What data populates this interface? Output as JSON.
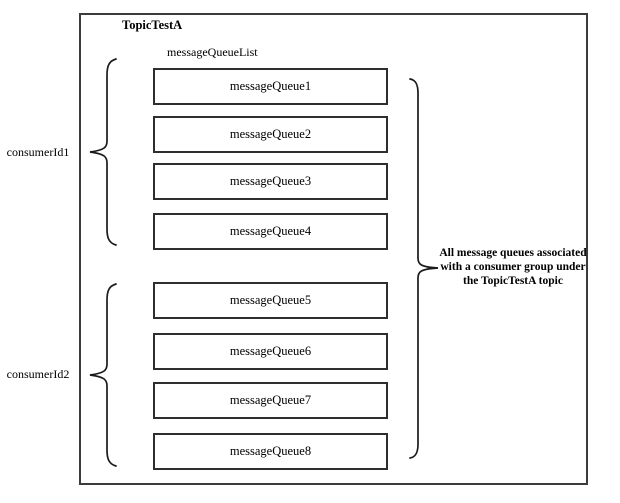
{
  "diagram": {
    "topic_title": "TopicTestA",
    "list_label": "messageQueueList",
    "queues": [
      "messageQueue1",
      "messageQueue2",
      "messageQueue3",
      "messageQueue4",
      "messageQueue5",
      "messageQueue6",
      "messageQueue7",
      "messageQueue8"
    ],
    "consumer_groups": [
      {
        "label": "consumerId1",
        "queues": [
          "messageQueue1",
          "messageQueue2",
          "messageQueue3",
          "messageQueue4"
        ]
      },
      {
        "label": "consumerId2",
        "queues": [
          "messageQueue5",
          "messageQueue6",
          "messageQueue7",
          "messageQueue8"
        ]
      }
    ],
    "annotation_lines": {
      "line1": "All message queues associated",
      "line2": "with a consumer group under",
      "line3": "the TopicTestA topic"
    },
    "colors": {
      "outer_border": "#3c3c3c",
      "box_border": "#2e2e2e",
      "brace_stroke": "#1b1b1b",
      "text": "#000000",
      "background": "#ffffff"
    }
  }
}
